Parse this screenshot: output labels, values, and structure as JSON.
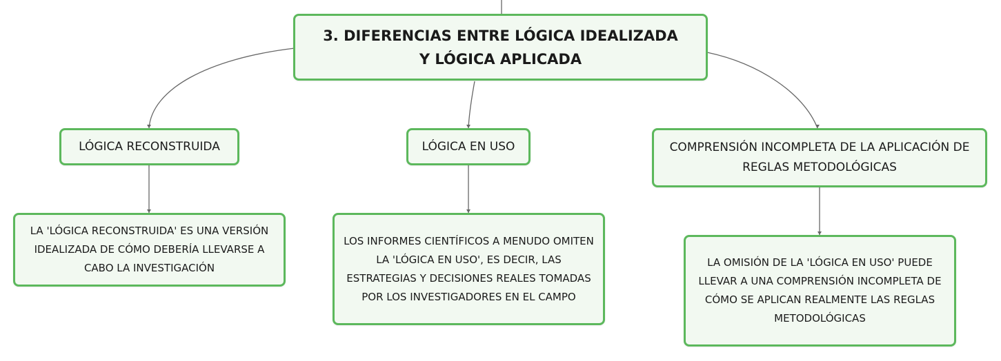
{
  "diagram": {
    "root": {
      "text": "3. DIFERENCIAS ENTRE LÓGICA IDEALIZADA Y LÓGICA APLICADA"
    },
    "branches": [
      {
        "topic": "LÓGICA RECONSTRUIDA",
        "detail": "LA 'LÓGICA RECONSTRUIDA' ES UNA VERSIÓN IDEALIZADA DE CÓMO DEBERÍA LLEVARSE A CABO LA INVESTIGACIÓN"
      },
      {
        "topic": "LÓGICA EN USO",
        "detail": "LOS INFORMES CIENTÍFICOS A MENUDO OMITEN LA 'LÓGICA EN USO', ES DECIR, LAS ESTRATEGIAS Y DECISIONES REALES TOMADAS POR LOS INVESTIGADORES EN EL CAMPO"
      },
      {
        "topic": "COMPRENSIÓN INCOMPLETA DE LA APLICACIÓN DE REGLAS METODOLÓGICAS",
        "detail": "LA OMISIÓN DE LA 'LÓGICA EN USO' PUEDE LLEVAR A UNA COMPRENSIÓN INCOMPLETA DE CÓMO SE APLICAN REALMENTE LAS REGLAS METODOLÓGICAS"
      }
    ],
    "colors": {
      "node_border": "#5cb85c",
      "node_fill": "#f2f9f1",
      "connector": "#666666",
      "text": "#1a1a1a"
    }
  }
}
